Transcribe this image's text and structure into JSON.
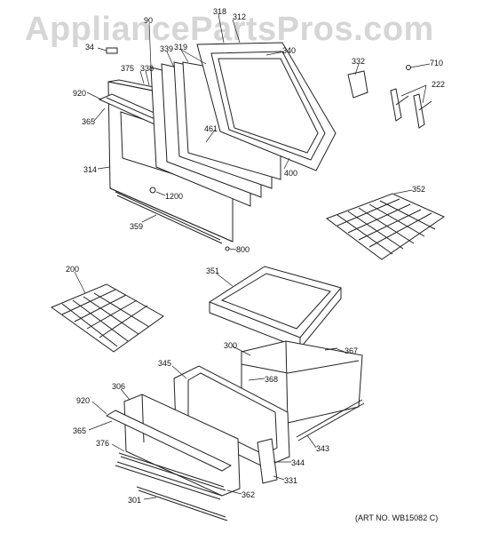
{
  "watermark": "AppliancePartsPros.com",
  "art_number": "(ART NO. WB15082 C)",
  "callouts": {
    "p34": "34",
    "p90": "90",
    "p318": "318",
    "p312": "312",
    "p339": "339",
    "p319": "319",
    "p340": "340",
    "p332": "332",
    "p710": "710",
    "p375": "375",
    "p338": "338",
    "p920a": "920",
    "p222": "222",
    "p365a": "365",
    "p461": "461",
    "p400": "400",
    "p314": "314",
    "p352": "352",
    "p1200": "1200",
    "p359": "359",
    "p800": "800",
    "p200": "200",
    "p351": "351",
    "p300": "300",
    "p367": "367",
    "p345": "345",
    "p368": "368",
    "p306": "306",
    "p920b": "920",
    "p365b": "365",
    "p376": "376",
    "p343": "343",
    "p344": "344",
    "p331": "331",
    "p362": "362",
    "p301": "301"
  }
}
